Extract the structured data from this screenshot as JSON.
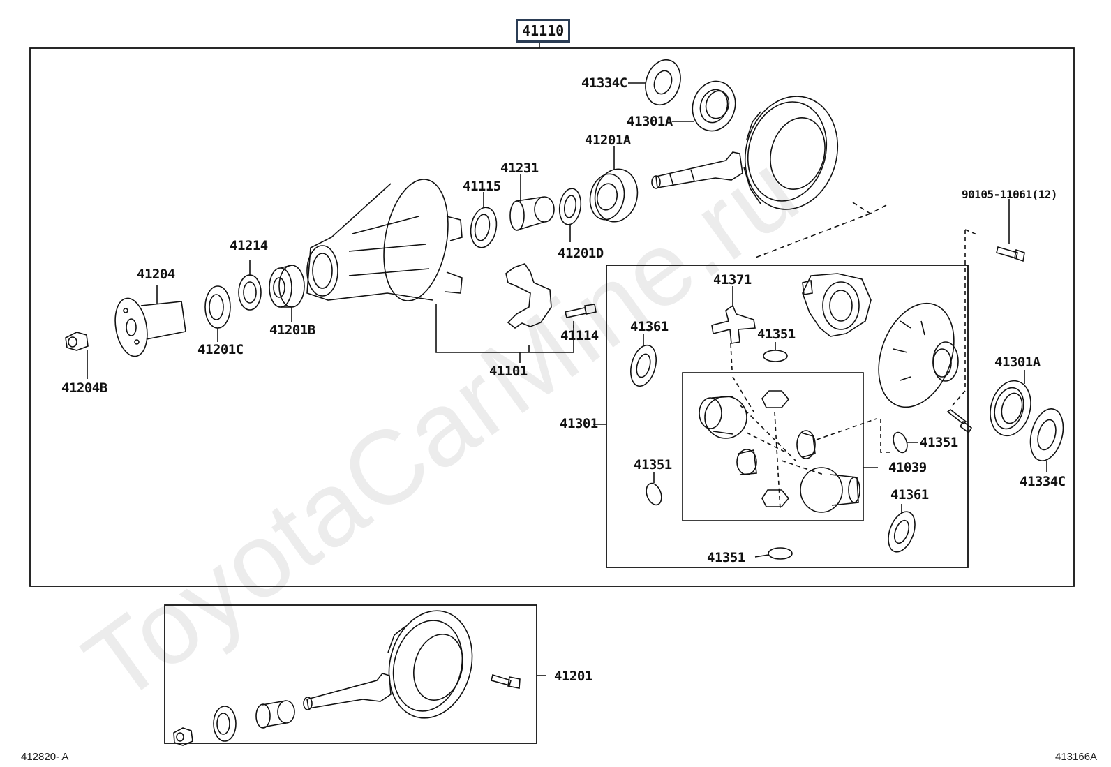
{
  "watermark": "ToyotaCarMine.ru",
  "header_code": "41110",
  "labels": {
    "p41334C_top": "41334C",
    "p41301A_top": "41301A",
    "p41201A": "41201A",
    "p41231": "41231",
    "p41115": "41115",
    "p41201D": "41201D",
    "p41214": "41214",
    "p41204": "41204",
    "p41201C": "41201C",
    "p41201B": "41201B",
    "p41204B": "41204B",
    "p41114": "41114",
    "p41101": "41101",
    "p90105": "90105-11061(12)",
    "p41371": "41371",
    "p41361_left": "41361",
    "p41351_top": "41351",
    "p41301": "41301",
    "p41351_left": "41351",
    "p41351_bottom": "41351",
    "p41039": "41039",
    "p41351_right": "41351",
    "p41361_right": "41361",
    "p41301A_right": "41301A",
    "p41334C_right": "41334C",
    "p41201": "41201"
  },
  "footer": {
    "left_ref": "412820- A",
    "right_ref": "413166A"
  }
}
